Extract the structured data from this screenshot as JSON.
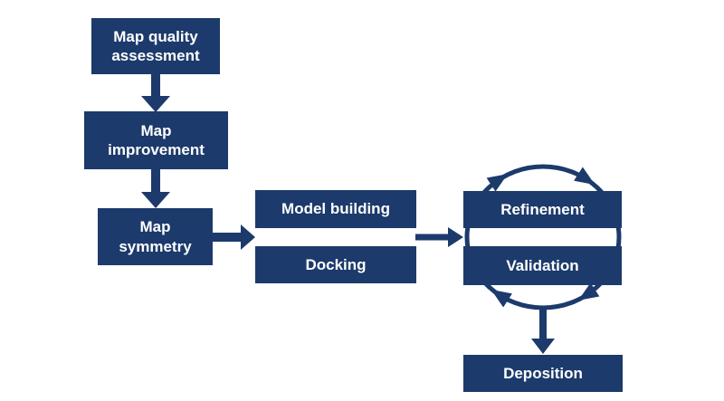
{
  "diagram": {
    "boxes": {
      "map_quality": {
        "label": "Map quality\nassessment"
      },
      "map_improvement": {
        "label": "Map\nimprovement"
      },
      "map_symmetry": {
        "label": "Map\nsymmetry"
      },
      "model_building": {
        "label": "Model building"
      },
      "docking": {
        "label": "Docking"
      },
      "refinement": {
        "label": "Refinement"
      },
      "validation": {
        "label": "Validation"
      },
      "deposition": {
        "label": "Deposition"
      }
    },
    "colors": {
      "shape_fill": "#1c3a6b",
      "text": "#ffffff",
      "background": "#ffffff"
    }
  }
}
